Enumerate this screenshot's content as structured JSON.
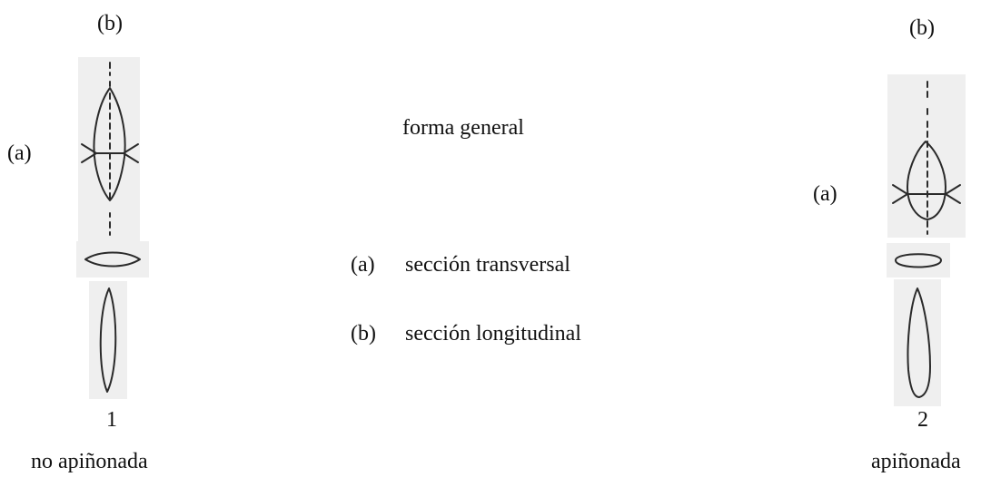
{
  "left": {
    "label_b": "(b)",
    "label_a": "(a)",
    "number": "1",
    "caption": "no apiñonada"
  },
  "right": {
    "label_b": "(b)",
    "label_a": "(a)",
    "number": "2",
    "caption": "apiñonada"
  },
  "legend": {
    "general": "forma general",
    "a_marker": "(a)",
    "a_text": "sección transversal",
    "b_marker": "(b)",
    "b_text": "sección longitudinal"
  }
}
